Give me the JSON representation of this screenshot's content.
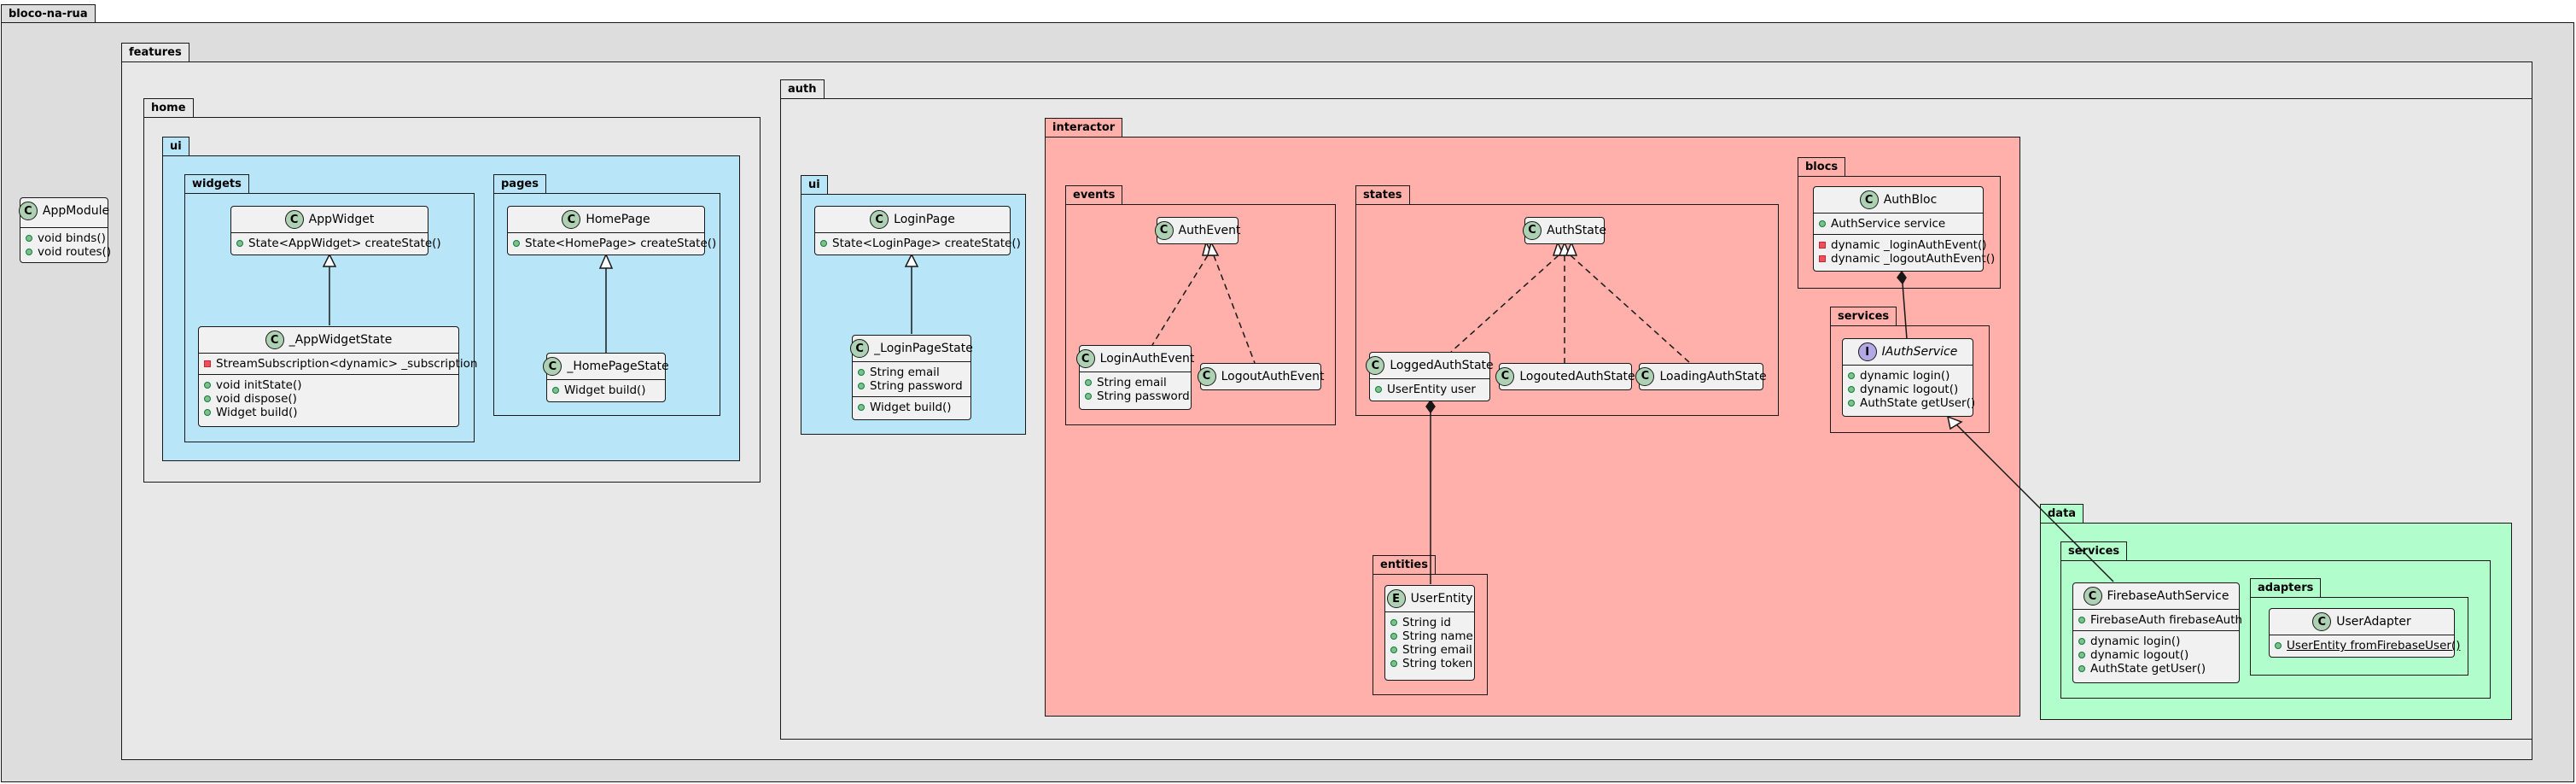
{
  "colors": {
    "root_bg": "#dddddd",
    "package_bg": "#e8e8e8",
    "ui_bg": "#b8e5f8",
    "interactor_bg": "#ffb0aa",
    "data_bg": "#b2fdcc",
    "class_bg": "#f1f1f1",
    "class_badge": "#add1b2",
    "interface_badge": "#b4a7e5"
  },
  "packages": {
    "root": "bloco-na-rua",
    "features": "features",
    "home": "home",
    "home_ui": "ui",
    "widgets": "widgets",
    "pages": "pages",
    "auth": "auth",
    "auth_ui": "ui",
    "interactor": "interactor",
    "events": "events",
    "states": "states",
    "blocs": "blocs",
    "services": "services",
    "entities": "entities",
    "data": "data",
    "data_services": "services",
    "adapters": "adapters"
  },
  "classes": {
    "app_module": {
      "name": "AppModule",
      "badge": "C",
      "methods": [
        "void binds()",
        "void routes()"
      ]
    },
    "app_widget": {
      "name": "AppWidget",
      "badge": "C",
      "methods": [
        "State<AppWidget> createState()"
      ]
    },
    "app_widget_state": {
      "name": "_AppWidgetState",
      "badge": "C",
      "fields": [
        "StreamSubscription<dynamic> _subscription"
      ],
      "methods": [
        "void initState()",
        "void dispose()",
        "Widget build()"
      ]
    },
    "home_page": {
      "name": "HomePage",
      "badge": "C",
      "methods": [
        "State<HomePage> createState()"
      ]
    },
    "home_page_state": {
      "name": "_HomePageState",
      "badge": "C",
      "methods": [
        "Widget build()"
      ]
    },
    "login_page": {
      "name": "LoginPage",
      "badge": "C",
      "methods": [
        "State<LoginPage> createState()"
      ]
    },
    "login_page_state": {
      "name": "_LoginPageState",
      "badge": "C",
      "fields": [
        "String email",
        "String password"
      ],
      "methods": [
        "Widget build()"
      ]
    },
    "auth_event": {
      "name": "AuthEvent",
      "badge": "C"
    },
    "login_auth_event": {
      "name": "LoginAuthEvent",
      "badge": "C",
      "fields": [
        "String email",
        "String password"
      ]
    },
    "logout_auth_event": {
      "name": "LogoutAuthEvent",
      "badge": "C"
    },
    "auth_state": {
      "name": "AuthState",
      "badge": "C"
    },
    "logged_auth_state": {
      "name": "LoggedAuthState",
      "badge": "C",
      "fields": [
        "UserEntity user"
      ]
    },
    "logouted_auth_state": {
      "name": "LogoutedAuthState",
      "badge": "C"
    },
    "loading_auth_state": {
      "name": "LoadingAuthState",
      "badge": "C"
    },
    "auth_bloc": {
      "name": "AuthBloc",
      "badge": "C",
      "fields": [
        "AuthService service"
      ],
      "methods": [
        "dynamic _loginAuthEvent()",
        "dynamic _logoutAuthEvent()"
      ]
    },
    "i_auth_service": {
      "name": "IAuthService",
      "badge": "I",
      "methods": [
        "dynamic login()",
        "dynamic logout()",
        "AuthState getUser()"
      ]
    },
    "user_entity": {
      "name": "UserEntity",
      "badge": "E",
      "fields": [
        "String id",
        "String name",
        "String email",
        "String token"
      ]
    },
    "firebase_auth_service": {
      "name": "FirebaseAuthService",
      "badge": "C",
      "fields": [
        "FirebaseAuth firebaseAuth"
      ],
      "methods": [
        "dynamic login()",
        "dynamic logout()",
        "AuthState getUser()"
      ]
    },
    "user_adapter": {
      "name": "UserAdapter",
      "badge": "C",
      "methods": [
        "UserEntity fromFirebaseUser()"
      ]
    }
  }
}
